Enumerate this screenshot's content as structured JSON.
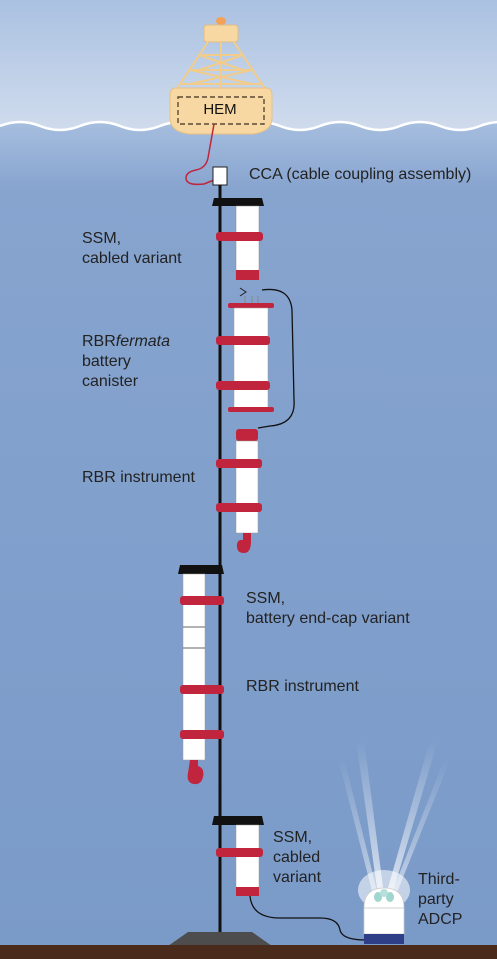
{
  "colors": {
    "sky_top": "#b0c6e3",
    "sky_bottom": "#c7d6ea",
    "water": "#7d9cc9",
    "water_surface": "#aec4e2",
    "buoy": "#f7d8a2",
    "buoy_dark": "#e7c07c",
    "clamp_red": "#c0253d",
    "cable_black": "#111111",
    "seabed": "#4a2a1b",
    "anchor": "#4d4d4d",
    "adcp_base": "#2e3f88"
  },
  "buoy": {
    "box_label": "HEM"
  },
  "labels": {
    "cca": "CCA (cable coupling assembly)",
    "ssm_cabled_top": [
      "SSM,",
      "cabled variant"
    ],
    "battery_canister": {
      "prefix": "RBR",
      "italic": "fermata",
      "line2": "battery",
      "line3": "canister"
    },
    "rbr_instrument_1": "RBR instrument",
    "ssm_battery": [
      "SSM,",
      "battery end-cap variant"
    ],
    "rbr_instrument_2": "RBR instrument",
    "ssm_cabled_bottom": [
      "SSM,",
      "cabled",
      "variant"
    ],
    "adcp": [
      "Third-",
      "party",
      "ADCP"
    ]
  }
}
